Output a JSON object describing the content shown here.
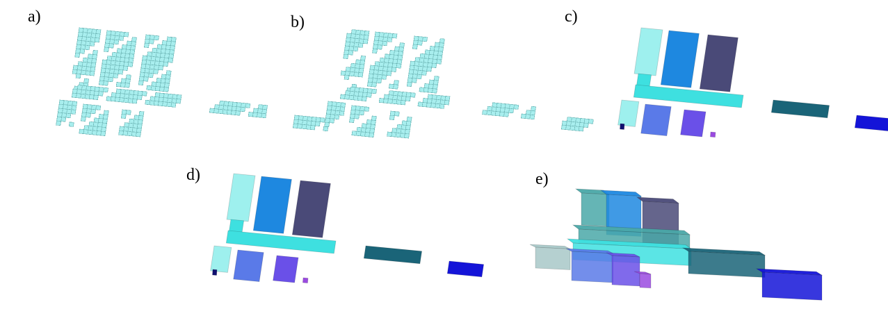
{
  "panels": [
    {
      "id": "a",
      "label": "a)"
    },
    {
      "id": "b",
      "label": "b)"
    },
    {
      "id": "c",
      "label": "c)"
    },
    {
      "id": "d",
      "label": "d)"
    },
    {
      "id": "e",
      "label": "e)"
    }
  ],
  "colors": {
    "voxel_cyan": "#a8eeee",
    "voxel_edge": "#6fb8b8",
    "segment_cyan": "#3ee0e0",
    "segment_pale": "#9ef0ee",
    "segment_blue": "#1e88e0",
    "segment_slate": "#4a4a78",
    "segment_teal": "#1a6478",
    "segment_navy": "#1414d8",
    "segment_periwinkle": "#5a7ae8",
    "segment_violet": "#6a50e8",
    "segment_purple": "#9a4ae0",
    "segment_darknavy": "#101070",
    "model_teal": "#4aa8a8",
    "model_grey": "#a8c8c8"
  }
}
